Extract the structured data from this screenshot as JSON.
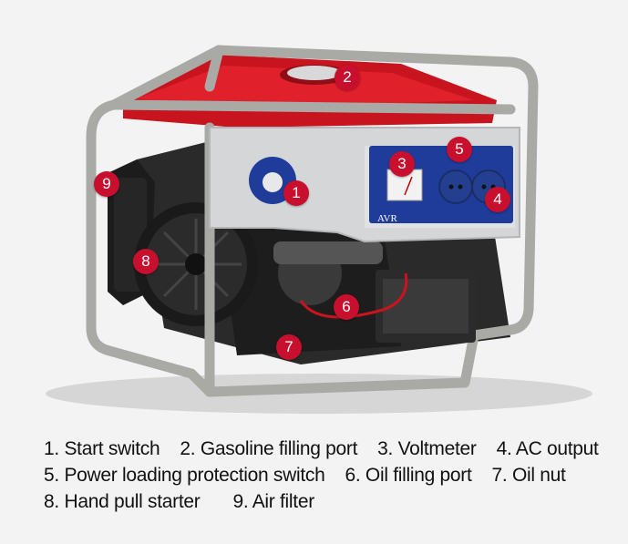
{
  "markers": [
    {
      "number": "1",
      "target": "start switch"
    },
    {
      "number": "2",
      "target": "gasoline filling port"
    },
    {
      "number": "3",
      "target": "voltmeter"
    },
    {
      "number": "4",
      "target": "ac output"
    },
    {
      "number": "5",
      "target": "power loading protection switch"
    },
    {
      "number": "6",
      "target": "oil filling port"
    },
    {
      "number": "7",
      "target": "oil nut"
    },
    {
      "number": "8",
      "target": "hand pull starter"
    },
    {
      "number": "9",
      "target": "air filter"
    }
  ],
  "panel_text": {
    "avr": "AVR"
  },
  "legend": {
    "row1": [
      "1. Start switch",
      "2. Gasoline filling port",
      "3. Voltmeter",
      "4. AC output"
    ],
    "row2": [
      "5. Power loading protection switch",
      "6. Oil filling port",
      "7. Oil nut"
    ],
    "row3": [
      "8. Hand pull starter",
      "9. Air filter"
    ]
  },
  "colors": {
    "marker": "#c8102e",
    "tank": "#c8141f",
    "frame": "#a9aaa6",
    "panel": "#d4d6d8",
    "control_blue": "#1f3c9a",
    "background": "#f3f3f3"
  }
}
